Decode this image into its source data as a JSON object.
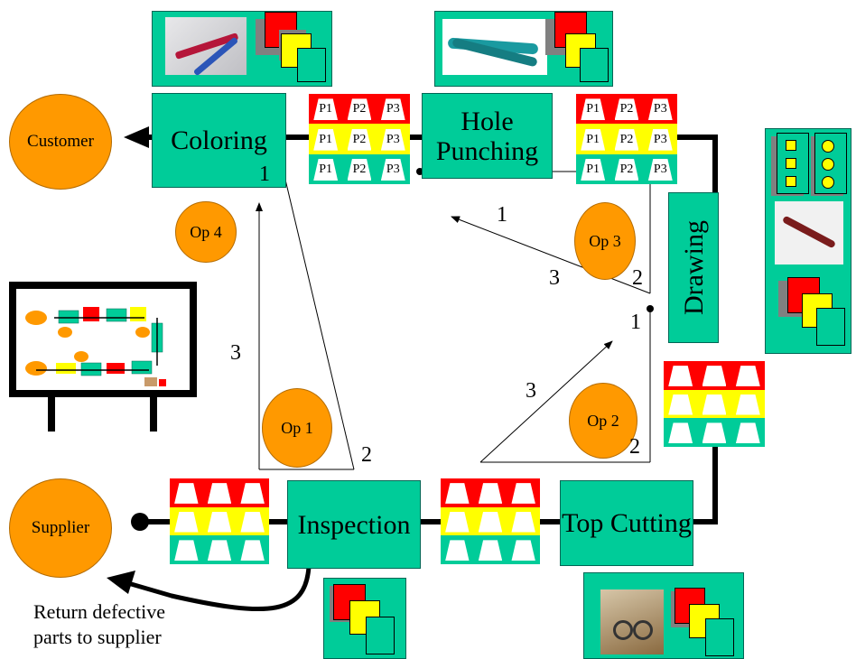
{
  "stations": {
    "coloring": "Coloring",
    "hole_punching": "Hole Punching",
    "drawing": "Drawing",
    "top_cutting": "Top Cutting",
    "inspection": "Inspection"
  },
  "endpoints": {
    "customer": "Customer",
    "supplier": "Supplier"
  },
  "operators": {
    "op1": "Op 1",
    "op2": "Op 2",
    "op3": "Op 3",
    "op4": "Op 4"
  },
  "kanban_labels": [
    "P1",
    "P2",
    "P3"
  ],
  "route_numbers": {
    "op4_1": "1",
    "op4_2": "2",
    "op4_3": "3",
    "op3_1": "1",
    "op3_2": "2",
    "op3_3": "3",
    "op2_1": "1",
    "op2_2": "2",
    "op2_3": "3"
  },
  "note": "Return defective parts to supplier",
  "colors": {
    "station": "#00cc99",
    "operator": "#ff9900",
    "kanban_red": "#ff0000",
    "kanban_yellow": "#ffff00",
    "kanban_green": "#00cc99"
  },
  "icons": [
    "crayons-photo",
    "hole-punch-photo",
    "pen-photo",
    "scissors-photo",
    "kanban-cards-icon",
    "shapes-icon",
    "whiteboard-icon"
  ]
}
